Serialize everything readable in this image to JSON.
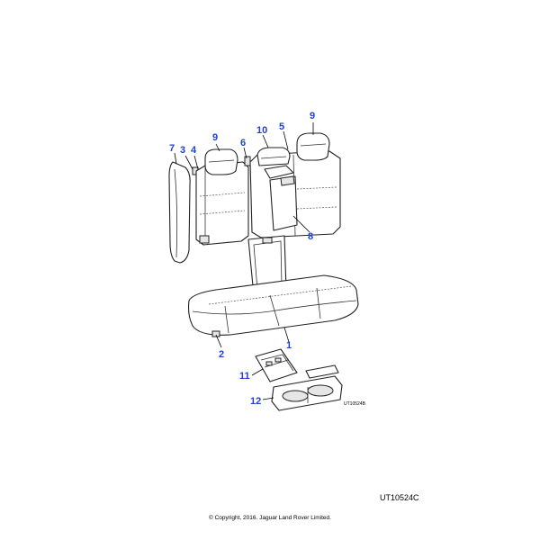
{
  "diagram": {
    "callouts": {
      "c1": "1",
      "c2": "2",
      "c3": "3",
      "c4": "4",
      "c5": "5",
      "c6": "6",
      "c7": "7",
      "c8": "8",
      "c9a": "9",
      "c9b": "9",
      "c10": "10",
      "c11": "11",
      "c12": "12"
    },
    "small_code": "UT10524B",
    "ref_code": "UT10524C",
    "copyright": "© Copyright, 2016. Jaguar Land Rover Limited.",
    "callout_color": "#1f3fd6"
  }
}
